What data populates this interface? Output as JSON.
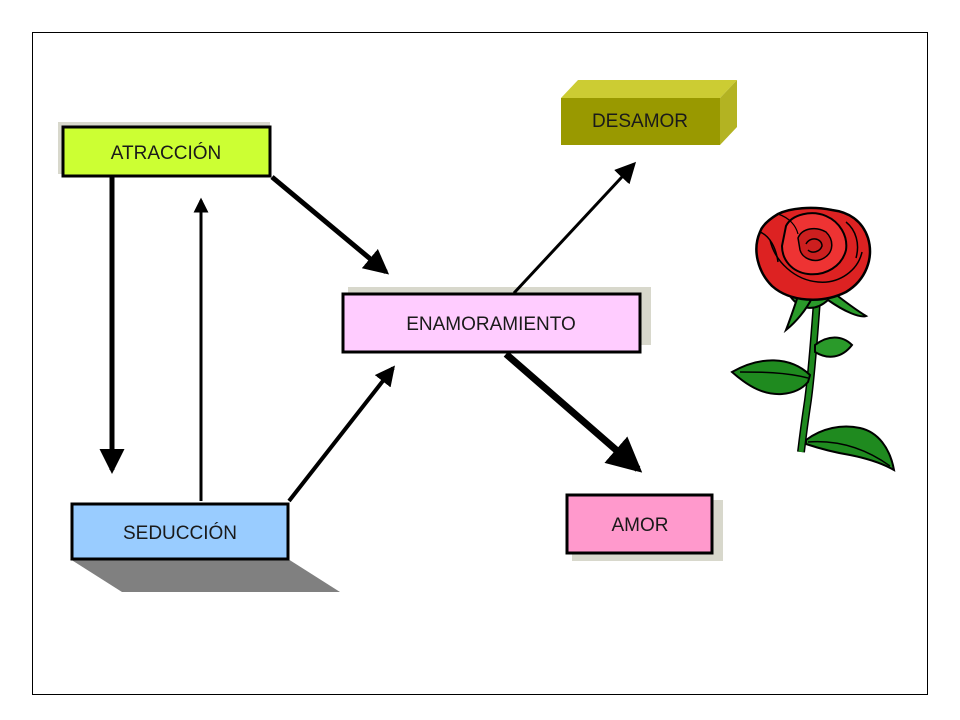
{
  "diagram": {
    "nodes": {
      "atraccion": {
        "label": "ATRACCIÓN",
        "color": "#ccff33"
      },
      "seduccion": {
        "label": "SEDUCCIÓN",
        "color": "#99ccff"
      },
      "enamoramiento": {
        "label": "ENAMORAMIENTO",
        "color": "#ffccff"
      },
      "desamor": {
        "label": "DESAMOR",
        "color": "#999900"
      },
      "amor": {
        "label": "AMOR",
        "color": "#ff99cc"
      }
    },
    "edges": [
      {
        "from": "ATRACCIÓN",
        "to": "SEDUCCIÓN"
      },
      {
        "from": "SEDUCCIÓN",
        "to": "ATRACCIÓN"
      },
      {
        "from": "ATRACCIÓN",
        "to": "ENAMORAMIENTO"
      },
      {
        "from": "SEDUCCIÓN",
        "to": "ENAMORAMIENTO"
      },
      {
        "from": "ENAMORAMIENTO",
        "to": "DESAMOR"
      },
      {
        "from": "ENAMORAMIENTO",
        "to": "AMOR"
      }
    ],
    "illustration": "rose-icon"
  }
}
